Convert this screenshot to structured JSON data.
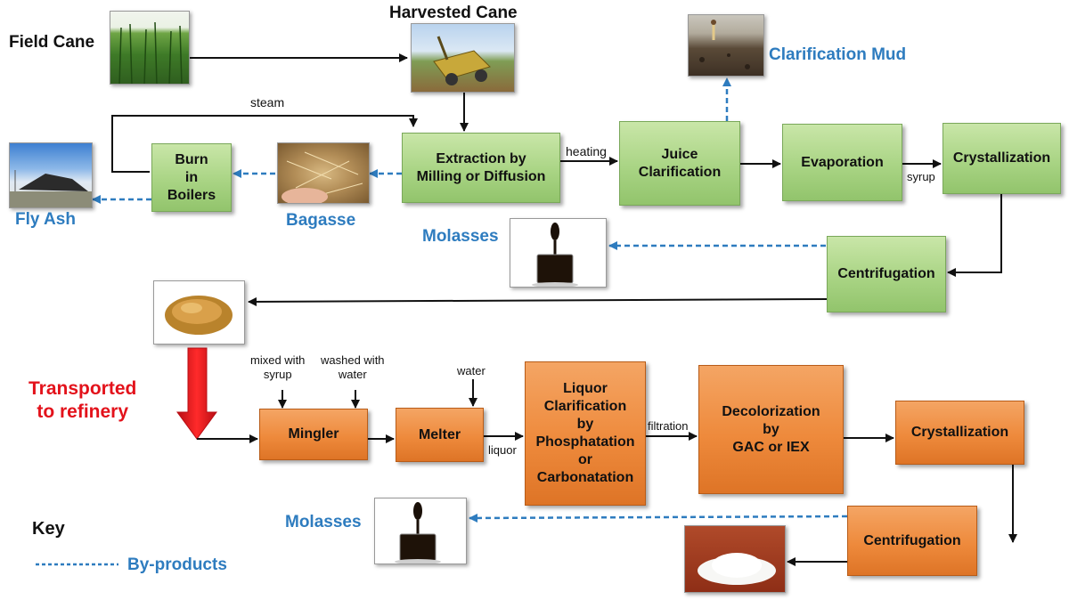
{
  "top_labels": {
    "field_cane": "Field Cane",
    "harvested_cane": "Harvested Cane",
    "clarification_mud": "Clarification Mud",
    "fly_ash": "Fly Ash",
    "bagasse": "Bagasse",
    "molasses_1": "Molasses"
  },
  "raw_steps": {
    "extraction": "Extraction by\nMilling or Diffusion",
    "juice_clarification": "Juice\nClarification",
    "evaporation": "Evaporation",
    "crystallization": "Crystallization",
    "centrifugation": "Centrifugation",
    "burn_in_boilers": "Burn\nin\nBoilers"
  },
  "raw_edge_labels": {
    "steam": "steam",
    "heating": "heating",
    "syrup": "syrup"
  },
  "transport_label": "Transported\nto refinery",
  "refinery_steps": {
    "mingler": "Mingler",
    "melter": "Melter",
    "liquor_clarification": "Liquor\nClarification\nby\nPhosphatation\nor\nCarbonatation",
    "decolorization": "Decolorization\nby\nGAC or IEX",
    "crystallization": "Crystallization",
    "centrifugation": "Centrifugation"
  },
  "refinery_edge_labels": {
    "mixed_with_syrup": "mixed with\nsyrup",
    "washed_with_water": "washed with\nwater",
    "water": "water",
    "liquor": "liquor",
    "filtration": "filtration"
  },
  "molasses_2": "Molasses",
  "key": {
    "title": "Key",
    "byproducts": "By-products"
  },
  "colors": {
    "byproduct_blue": "#2e7cbf",
    "transport_red": "#e3121b",
    "raw_green": "#a9d484",
    "refinery_orange": "#ee8a3c"
  },
  "images": [
    "field-cane-photo",
    "harvester-photo",
    "mud-field-photo",
    "ash-pile-photo",
    "bagasse-photo",
    "molasses-beaker-photo",
    "raw-sugar-photo",
    "white-sugar-photo"
  ]
}
